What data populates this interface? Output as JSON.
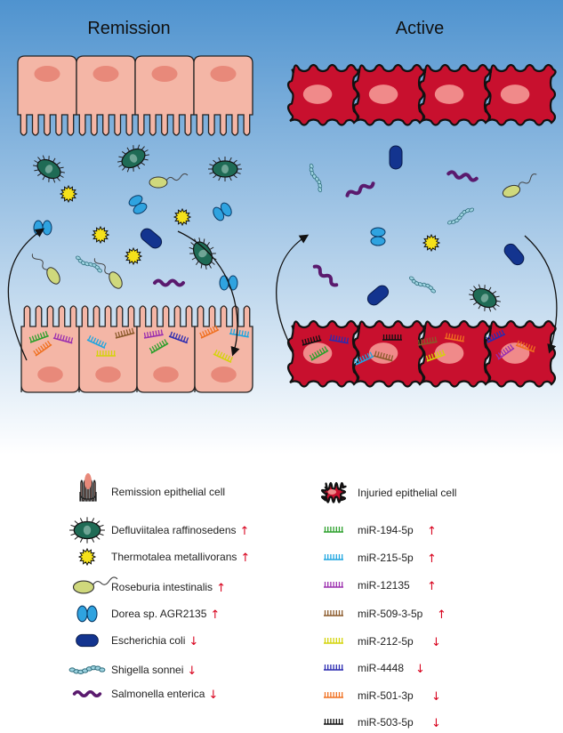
{
  "panels": {
    "left_title": "Remission",
    "right_title": "Active"
  },
  "legend": {
    "left": [
      {
        "icon": "remission-cell-icon",
        "label": "Remission epithelial cell",
        "trend": ""
      },
      {
        "icon": "rod-bacterium-icon",
        "label": "Defluviitalea raffinosedens",
        "trend": "↑"
      },
      {
        "icon": "spiky-coccus-icon",
        "label": "Thermotalea metallivorans",
        "trend": "↑"
      },
      {
        "icon": "flagellated-bacterium-icon",
        "label": "Roseburia intestinalis",
        "trend": "↑"
      },
      {
        "icon": "diplococcus-icon",
        "label": "Dorea sp. AGR2135",
        "trend": "↑"
      },
      {
        "icon": "blue-bacillus-icon",
        "label": "Escherichia coli",
        "trend": "↓"
      },
      {
        "icon": "chain-bacterium-icon",
        "label": "Shigella sonnei",
        "trend": "↓"
      },
      {
        "icon": "spiral-bacterium-icon",
        "label": "Salmonella enterica",
        "trend": "↓"
      }
    ],
    "right": [
      {
        "icon": "injured-cell-icon",
        "label": "Injuried epithelial cell",
        "trend": "",
        "color": "#c8102e"
      },
      {
        "icon": "mirna-icon",
        "label": "miR-194-5p",
        "trend": "↑",
        "color": "#2ca02c"
      },
      {
        "icon": "mirna-icon",
        "label": "miR-215-5p",
        "trend": "↑",
        "color": "#1fa5e0"
      },
      {
        "icon": "mirna-icon",
        "label": "miR-12135",
        "trend": "↑",
        "color": "#9b2fae"
      },
      {
        "icon": "mirna-icon",
        "label": "miR-509-3-5p",
        "trend": "↑",
        "color": "#8b5a2b"
      },
      {
        "icon": "mirna-icon",
        "label": "miR-212-5p",
        "trend": "↓",
        "color": "#d4d40a"
      },
      {
        "icon": "mirna-icon",
        "label": "miR-4448",
        "trend": "↓",
        "color": "#2b2bb0"
      },
      {
        "icon": "mirna-icon",
        "label": "miR-501-3p",
        "trend": "↓",
        "color": "#f07020"
      },
      {
        "icon": "mirna-icon",
        "label": "miR-503-5p",
        "trend": "↓",
        "color": "#111111"
      }
    ]
  },
  "colors": {
    "remission_cell": "#f4b6a6",
    "remission_nucleus": "#e8897a",
    "injured_cell": "#c8102e",
    "injured_nucleus": "#f08a8a",
    "trend_arrow": "#d8001c",
    "bg_top": "#4f93cf",
    "bg_bottom": "#ffffff"
  }
}
